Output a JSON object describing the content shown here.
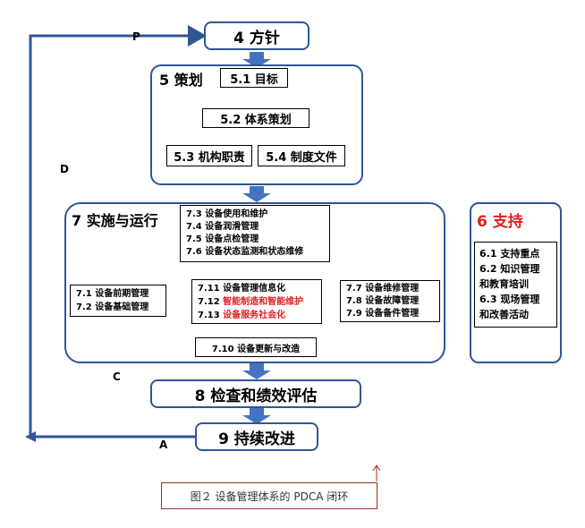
{
  "nodes": {
    "policy": "4 方针",
    "planning": "5 策划",
    "objectives": "5.1 目标",
    "system_planning": "5.2 体系策划",
    "roles": "5.3 机构职责",
    "documents": "5.4 制度文件",
    "implementation": "7 实施与运行",
    "top_lines": [
      "7.3 设备使用和维护",
      "7.4 设备润滑管理",
      "7.5 设备点检管理",
      "7.6 设备状态监测和状态维修"
    ],
    "left_lines": [
      "7.1 设备前期管理",
      "7.2 设备基础管理"
    ],
    "center_lines": [
      "7.11 设备管理信息化",
      "7.12 ",
      "智能制造和智能维护",
      "7.13 ",
      "设备服务社会化"
    ],
    "right_lines": [
      "7.7 设备维修管理",
      "7.8 设备故障管理",
      "7.9 设备备件管理"
    ],
    "renewal": "7.10 设备更新与改造",
    "support_title": "6 支持",
    "support_lines": [
      "6.1 支持重点",
      "6.2 知识管理",
      "和教育培训",
      "6.3 现场管理",
      "和改善活动"
    ],
    "evaluation": "8 检查和绩效评估",
    "improvement": "9 持续改进"
  },
  "pdca": {
    "p": "P",
    "d": "D",
    "c": "C",
    "a": "A"
  },
  "caption": "图２  设备管理体系的 PDCA 闭环",
  "colors": {
    "frame": "#2f5597",
    "arrow": "#4472c4",
    "arrow_light": "#a9bce0",
    "highlight": "#e02020",
    "caption_border": "#a52a2a"
  }
}
